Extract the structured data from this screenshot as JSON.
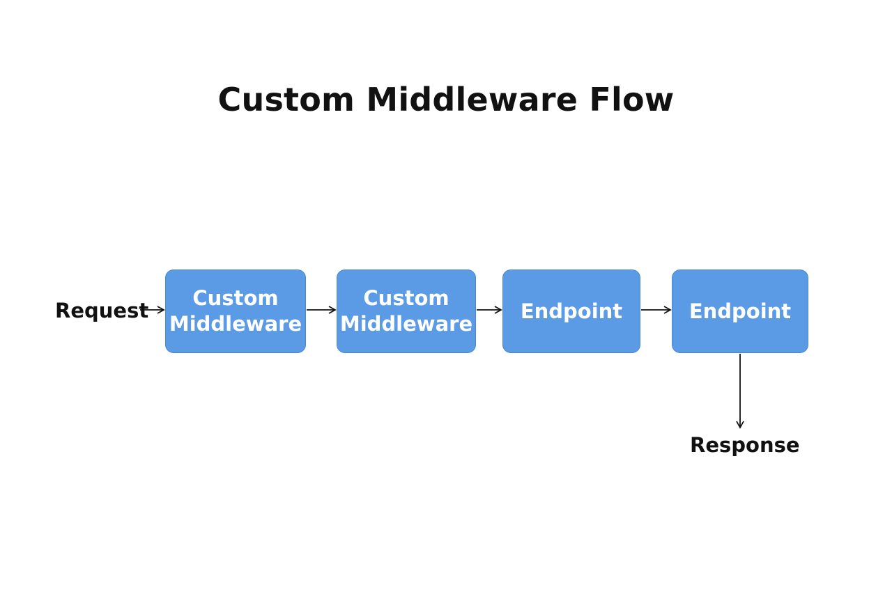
{
  "diagram": {
    "title": "Custom Middleware Flow",
    "input_label": "Request",
    "output_label": "Response",
    "nodes": [
      {
        "id": "n1",
        "line1": "Custom",
        "line2": "Middleware"
      },
      {
        "id": "n2",
        "line1": "Custom",
        "line2": "Middleware"
      },
      {
        "id": "n3",
        "line1": "Endpoint",
        "line2": ""
      },
      {
        "id": "n4",
        "line1": "Endpoint",
        "line2": ""
      }
    ],
    "edges": [
      {
        "from": "Request",
        "to": "n1"
      },
      {
        "from": "n1",
        "to": "n2"
      },
      {
        "from": "n2",
        "to": "n3"
      },
      {
        "from": "n3",
        "to": "n4"
      },
      {
        "from": "n4",
        "to": "Response"
      }
    ],
    "colors": {
      "node_fill": "#5b9be6",
      "node_text": "#ffffff",
      "arrow": "#111111",
      "text": "#111111"
    }
  }
}
